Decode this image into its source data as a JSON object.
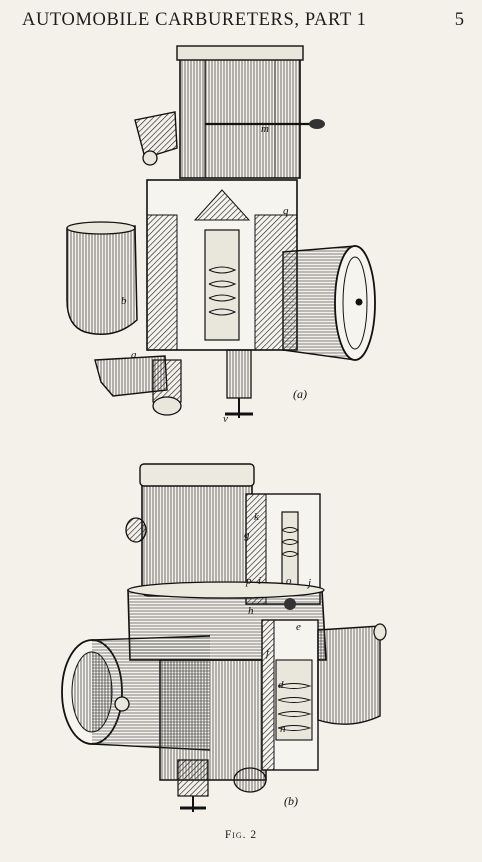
{
  "header": {
    "title": "AUTOMOBILE CARBURETERS, PART 1",
    "page_number": "5"
  },
  "figure_a": {
    "sublabel": "(a)",
    "labels": {
      "m": "m",
      "b": "b",
      "a": "a",
      "v": "v",
      "q": "q"
    }
  },
  "figure_b": {
    "sublabel": "(b)",
    "labels": {
      "k": "k",
      "g": "g",
      "p": "p",
      "i": "i",
      "o": "o",
      "j": "j",
      "h": "h",
      "e": "e",
      "f": "f",
      "d": "d",
      "n": "n"
    }
  },
  "caption": "Fig. 2"
}
